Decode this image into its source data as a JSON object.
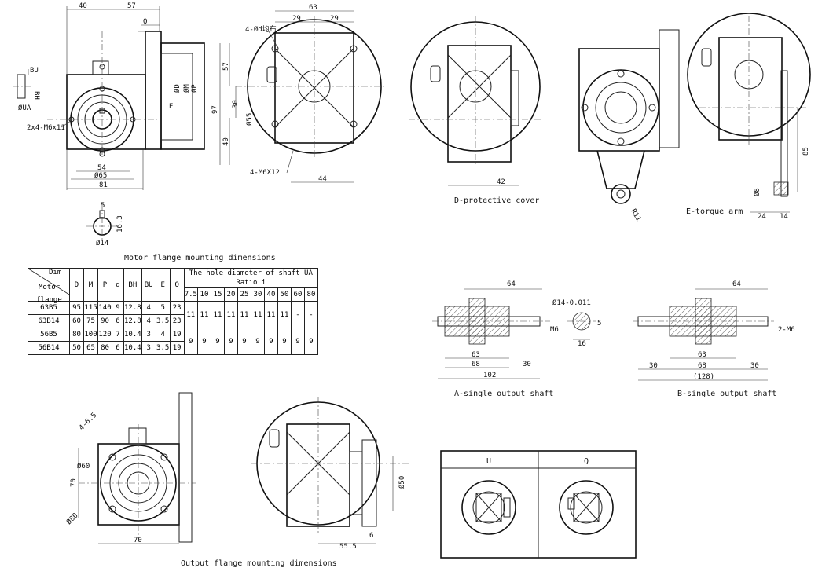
{
  "labels": {
    "bu": "BU",
    "bh": "BH",
    "ua": "ØUA",
    "holes_front": "2x4-M6x11",
    "d": "ØD",
    "m": "ØM",
    "p": "ØP",
    "q": "Q",
    "e": "E",
    "holes_side": "4-Ød均布",
    "m6x12": "4-M6X12",
    "phi55": "Ø55",
    "phi65": "Ø65",
    "phi14": "Ø14",
    "r11": "R11",
    "phi8": "Ø8",
    "phi60": "Ø60",
    "phi80": "Ø80",
    "phi50": "Ø50",
    "holes_out": "4-6.5",
    "m6": "M6",
    "m6x2": "2-M6",
    "shaft_tol": "Ø14-0.011",
    "u_head": "U",
    "q_head": "Q"
  },
  "dims": {
    "d40": "40",
    "d57": "57",
    "d63": "63",
    "d29a": "29",
    "d29b": "29",
    "d57v": "57",
    "d30": "30",
    "d97": "97",
    "d40v": "40",
    "d54": "54",
    "d81": "81",
    "d44": "44",
    "d5": "5",
    "d163": "16.3",
    "d42": "42",
    "d85": "85",
    "d24": "24",
    "d14": "14",
    "d64a": "64",
    "d63a": "63",
    "d68a": "68",
    "d30a": "30",
    "d102": "102",
    "d5s": "5",
    "d16": "16",
    "d64b": "64",
    "d63b": "63",
    "d68b": "68",
    "d30b1": "30",
    "d30b2": "30",
    "d128": "(128)",
    "d70v": "70",
    "d70h": "70",
    "d555": "55.5",
    "d6": "6"
  },
  "captions": {
    "motor_flange": "Motor flange mounting dimensions",
    "d_cover": "D-protective cover",
    "e_arm": "E-torque arm",
    "a_shaft": "A-single output shaft",
    "b_shaft": "B-single output shaft",
    "output_flange": "Output flange mounting dimensions"
  },
  "table": {
    "dim_label": "Dim",
    "row_label": "Motor flange",
    "cols": [
      "D",
      "M",
      "P",
      "d",
      "BH",
      "BU",
      "E",
      "Q"
    ],
    "ua_title": "The hole diameter of shaft UA",
    "ratio_title": "Ratio i",
    "ratios": [
      "7.5",
      "10",
      "15",
      "20",
      "25",
      "30",
      "40",
      "50",
      "60",
      "80"
    ],
    "rows": [
      {
        "name": "63B5",
        "vals": [
          "95",
          "115",
          "140",
          "9",
          "12.8",
          "4",
          "5",
          "23"
        ]
      },
      {
        "name": "63B14",
        "vals": [
          "60",
          "75",
          "90",
          "6",
          "12.8",
          "4",
          "3.5",
          "23"
        ]
      },
      {
        "name": "56B5",
        "vals": [
          "80",
          "100",
          "120",
          "7",
          "10.4",
          "3",
          "4",
          "19"
        ]
      },
      {
        "name": "56B14",
        "vals": [
          "50",
          "65",
          "80",
          "6",
          "10.4",
          "3",
          "3.5",
          "19"
        ]
      }
    ],
    "ua_63": [
      "11",
      "11",
      "11",
      "11",
      "11",
      "11",
      "11",
      "11",
      "-",
      "-"
    ],
    "ua_56": [
      "9",
      "9",
      "9",
      "9",
      "9",
      "9",
      "9",
      "9",
      "9",
      "9"
    ]
  }
}
